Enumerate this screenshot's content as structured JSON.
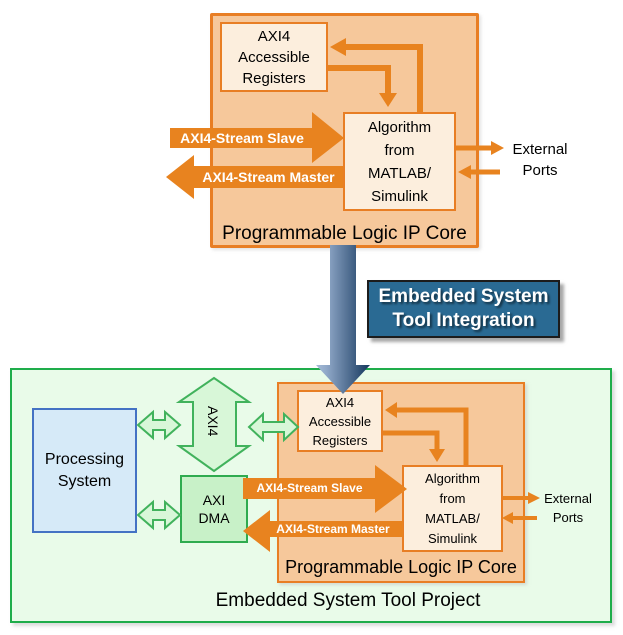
{
  "colors": {
    "orange_border": "#E87E24",
    "orange_fill": "#F6C89B",
    "cream_fill": "#FCEEDD",
    "arrow_orange": "#E8831F",
    "green_border": "#1FAD4B",
    "green_fill": "#E9FBE9",
    "green_arrow_fill": "#D8F7D8",
    "green_arrow_border": "#41B25C",
    "dma_fill": "#C8F1C8",
    "processing_fill": "#D6EAF8",
    "processing_border": "#4472C4",
    "integration_fill": "#2A6A93",
    "blue_arrow_light": "#A7BCD8",
    "blue_arrow_dark": "#14375D"
  },
  "top_core": {
    "title": "Programmable Logic IP Core",
    "registers": {
      "l1": "AXI4",
      "l2": "Accessible",
      "l3": "Registers"
    },
    "algorithm": {
      "l1": "Algorithm",
      "l2": "from",
      "l3": "MATLAB/",
      "l4": "Simulink"
    },
    "stream_slave": "AXI4-Stream Slave",
    "stream_master": "AXI4-Stream Master",
    "external_ports": {
      "l1": "External",
      "l2": "Ports"
    }
  },
  "integration": {
    "l1": "Embedded System",
    "l2": "Tool Integration"
  },
  "project": {
    "title": "Embedded System Tool Project",
    "processing_system": {
      "l1": "Processing",
      "l2": "System"
    },
    "axi4_bus": "AXI4",
    "axi_dma": {
      "l1": "AXI",
      "l2": "DMA"
    },
    "core": {
      "title": "Programmable Logic IP Core",
      "registers": {
        "l1": "AXI4",
        "l2": "Accessible",
        "l3": "Registers"
      },
      "algorithm": {
        "l1": "Algorithm",
        "l2": "from",
        "l3": "MATLAB/",
        "l4": "Simulink"
      },
      "stream_slave": "AXI4-Stream Slave",
      "stream_master": "AXI4-Stream Master",
      "external_ports": {
        "l1": "External",
        "l2": "Ports"
      }
    }
  }
}
